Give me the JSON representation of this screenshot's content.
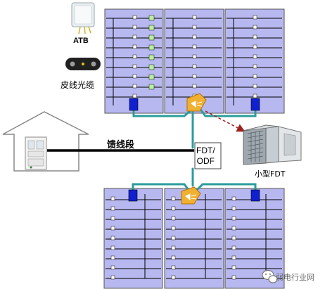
{
  "labels": {
    "atb": "ATB",
    "drop_cable": "皮线光缆",
    "feeder_segment": "馈线段",
    "fdt_odf_line1": "FDT/",
    "fdt_odf_line2": "ODF",
    "small_fdt": "小型FDT",
    "watermark": "弱电行业网"
  },
  "colors": {
    "building_panel": "#b8b8f0",
    "wiring": "#000000",
    "fiber": "#2a9c9c",
    "splitter": "#f0b030",
    "optical_box": "#1020d0",
    "outlet": "#b8f0a0",
    "feeder_cable": "#000000",
    "pointer_arrow": "#a02020"
  },
  "icons": [
    "house-icon",
    "atb-terminal-icon",
    "drop-cable-icon",
    "splitter-icon",
    "cabinet-icon",
    "wechat-icon"
  ]
}
